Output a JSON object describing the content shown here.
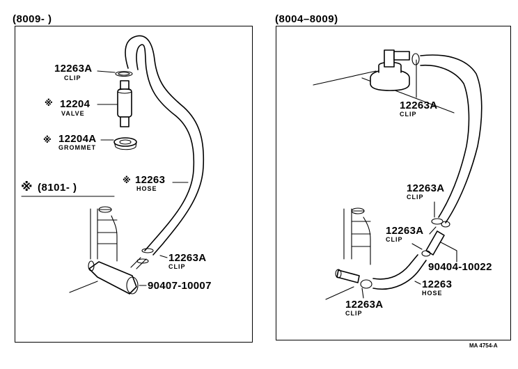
{
  "left_panel": {
    "range_label": "(8009-        )",
    "sub_range": {
      "mark": "※",
      "label": "(8101-        )"
    },
    "parts": {
      "clip_top": {
        "number": "12263A",
        "name": "CLIP"
      },
      "valve": {
        "mark": "※",
        "number": "12204",
        "name": "VALVE"
      },
      "grommet": {
        "mark": "※",
        "number": "12204A",
        "name": "GROMMET"
      },
      "hose": {
        "mark": "※",
        "number": "12263",
        "name": "HOSE"
      },
      "clip_bottom": {
        "number": "12263A",
        "name": "CLIP"
      },
      "elbow": {
        "number": "90407-10007"
      }
    }
  },
  "right_panel": {
    "range_label": "(8004–8009)",
    "parts": {
      "clip_top": {
        "number": "12263A",
        "name": "CLIP"
      },
      "clip_mid": {
        "number": "12263A",
        "name": "CLIP"
      },
      "clip_lower": {
        "number": "12263A",
        "name": "CLIP"
      },
      "pipe": {
        "number": "90404-10022"
      },
      "hose": {
        "number": "12263",
        "name": "HOSE"
      },
      "clip_bottom": {
        "number": "12263A",
        "name": "CLIP"
      }
    }
  },
  "drawing_ref": "MA 4754-A"
}
